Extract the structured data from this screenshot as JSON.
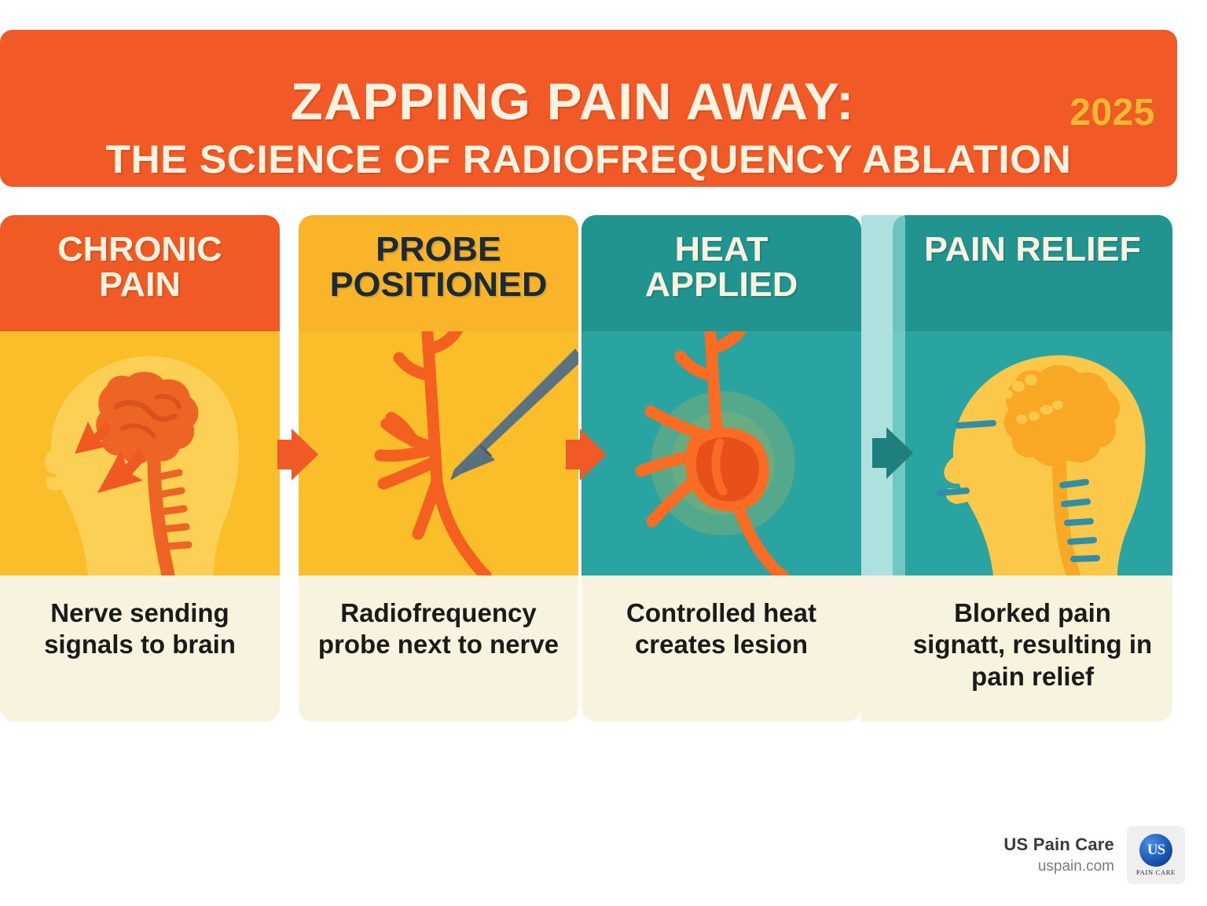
{
  "banner": {
    "title": "ZAPPING PAIN AWAY:",
    "subtitle": "THE SCIENCE OF RADIOFREQUENCY ABLATION",
    "year": "2025"
  },
  "cards": [
    {
      "heading": "CHRONIC\nPAIN",
      "caption": "Nerve sending signals to brain",
      "header_color": "#EF5A25",
      "body_color": "#FBBE2B",
      "caption_color": "#F8F3DF"
    },
    {
      "heading": "PROBE\nPOSITIONED",
      "caption": "Radiofrequency probe next to nerve",
      "header_color": "#F9B42A",
      "body_color": "#FBBE2B",
      "caption_color": "#F8F3DF"
    },
    {
      "heading": "HEAT\nAPPLIED",
      "caption": "Controlled heat creates lesion",
      "header_color": "#21948F",
      "body_color": "#2AA4A0",
      "caption_color": "#F8F3DF"
    },
    {
      "heading": "PAIN RELIEF",
      "caption": "Blorked pain signatt, resulting in pain relief",
      "header_color": "#21948F",
      "body_color": "#2AA4A0",
      "caption_color": "#F8F3DF"
    }
  ],
  "arrows": [
    {
      "name": "arrow-step-1-to-2",
      "color": "#EF5A25"
    },
    {
      "name": "arrow-step-2-to-3",
      "color": "#EF5A25"
    },
    {
      "name": "arrow-step-3-to-4",
      "color": "#1E7F7C"
    }
  ],
  "footer": {
    "brand": "US Pain Care",
    "url": "uspain.com",
    "logo_initials": "US",
    "logo_subtitle": "PAIN CARE"
  },
  "palette": {
    "banner_orange": "#F15A27",
    "cream": "#FBF3DF",
    "gold": "#F7B731",
    "teal": "#21948F",
    "teal_light": "#2AA4A0",
    "yellow": "#FBBE2B",
    "nerve_orange": "#F4601F",
    "probe_gray": "#5D7280",
    "ink": "#1B2A3B"
  }
}
